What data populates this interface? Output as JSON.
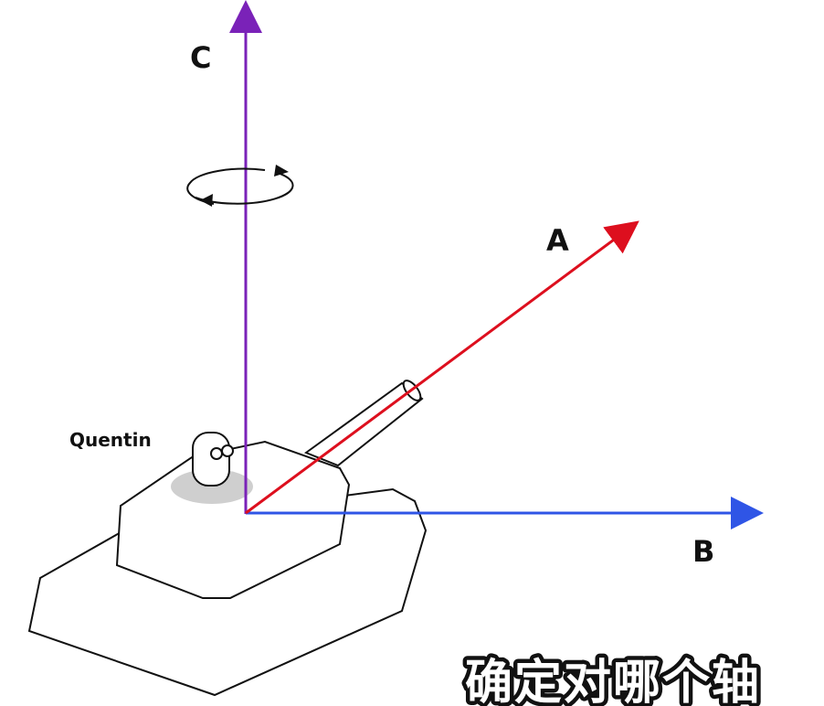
{
  "labels": {
    "axis_a": "A",
    "axis_b": "B",
    "axis_c": "C",
    "character": "Quentin"
  },
  "subtitle": "确定对哪个轴",
  "colors": {
    "axis_a": "#dd0f1e",
    "axis_b": "#2f55e6",
    "axis_c": "#7a22b8",
    "outline": "#111111",
    "shadow": "#cfcfcf",
    "subtitle_fill": "#ffffff",
    "subtitle_stroke": "#111111"
  },
  "icons": {
    "rotation": "rotation-arrows-icon",
    "character": "quentin-figure-icon"
  }
}
